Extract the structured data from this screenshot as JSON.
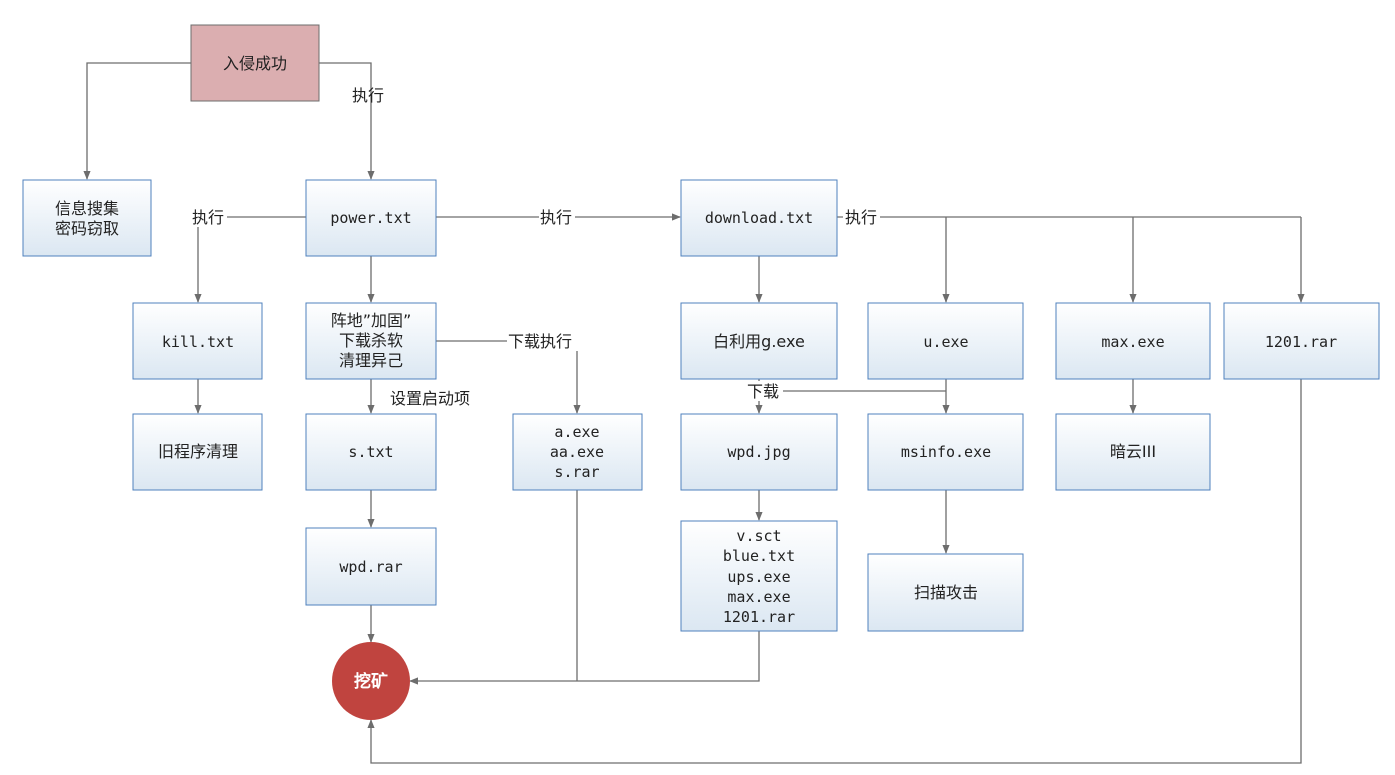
{
  "colors": {
    "edge": "#6d6d6d",
    "box_border": "#4f81bd",
    "box_fill_top": "#ffffff",
    "box_fill_bottom": "#dbe7f2",
    "start_fill": "#dbaeb0",
    "mining_fill": "#c0443f",
    "mining_text": "#ffffff"
  },
  "nodes": {
    "intrusion": {
      "label": "入侵成功"
    },
    "info_collect": {
      "lines": [
        "信息搜集",
        "密码窃取"
      ]
    },
    "power": {
      "label": "power.txt"
    },
    "kill": {
      "label": "kill.txt"
    },
    "old_clean": {
      "label": "旧程序清理"
    },
    "fortify": {
      "lines": [
        "阵地”加固”",
        "下载杀软",
        "清理异己"
      ]
    },
    "s_txt": {
      "label": "s.txt"
    },
    "wpd_rar": {
      "label": "wpd.rar"
    },
    "a_group": {
      "lines": [
        "a.exe",
        "aa.exe",
        "s.rar"
      ]
    },
    "download": {
      "label": "download.txt"
    },
    "g_exe": {
      "label": "白利用g.exe"
    },
    "wpd_jpg": {
      "label": "wpd.jpg"
    },
    "v_group": {
      "lines": [
        "v.sct",
        "blue.txt",
        "ups.exe",
        "max.exe",
        "1201.rar"
      ]
    },
    "u_exe": {
      "label": "u.exe"
    },
    "msinfo": {
      "label": "msinfo.exe"
    },
    "scan": {
      "label": "扫描攻击"
    },
    "max_exe": {
      "label": "max.exe"
    },
    "anyun": {
      "label": "暗云III"
    },
    "rar1201": {
      "label": "1201.rar"
    },
    "mining": {
      "label": "挖矿"
    }
  },
  "edge_labels": {
    "exec_power": "执行",
    "exec_kill": "执行",
    "exec_download": "执行",
    "exec_branch": "执行",
    "download_exec": "下载执行",
    "set_startup": "设置启动项",
    "download": "下载"
  }
}
